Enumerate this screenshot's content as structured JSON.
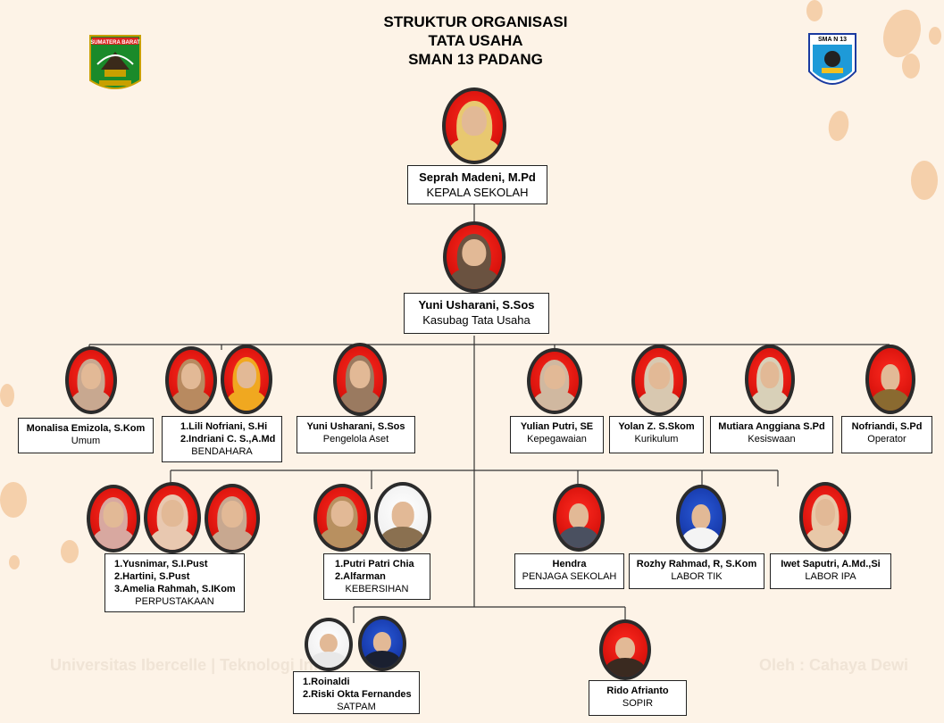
{
  "header": {
    "title_line1": "STRUKTUR ORGANISASI",
    "title_line2": "TATA USAHA",
    "title_line3": "SMAN 13 PADANG"
  },
  "logos": {
    "left_label": "SUMATERA BARAT",
    "right_label": "SMA N 13"
  },
  "watermark": {
    "left": "Universitas Ibercelle | Teknologi Infor",
    "right": "Oleh : Cahaya Dewi"
  },
  "nodes": {
    "kepala": {
      "name": "Seprah Madeni, M.Pd",
      "role": "KEPALA SEKOLAH"
    },
    "kasubag": {
      "name": "Yuni Usharani, S.Sos",
      "role": "Kasubag Tata Usaha"
    },
    "umum": {
      "name": "Monalisa Emizola, S.Kom",
      "role": "Umum"
    },
    "bendahara": {
      "line1": "1.Lili Nofriani, S.Hi",
      "line2": "2.Indriani C. S.,A.Md",
      "role": "BENDAHARA"
    },
    "aset": {
      "name": "Yuni Usharani, S.Sos",
      "role": "Pengelola Aset"
    },
    "kepegawaian": {
      "name": "Yulian Putri, SE",
      "role": "Kepegawaian"
    },
    "kurikulum": {
      "name": "Yolan Z. S.Skom",
      "role": "Kurikulum"
    },
    "kesiswaan": {
      "name": "Mutiara Anggiana S.Pd",
      "role": "Kesiswaan"
    },
    "operator": {
      "name": "Nofriandi, S.Pd",
      "role": "Operator"
    },
    "perpustakaan": {
      "line1": "1.Yusnimar, S.I.Pust",
      "line2": "2.Hartini, S.Pust",
      "line3": "3.Amelia Rahmah, S.IKom",
      "role": "PERPUSTAKAAN"
    },
    "kebersihan": {
      "line1": "1.Putri Patri Chia",
      "line2": "2.Alfarman",
      "role": "KEBERSIHAN"
    },
    "penjaga": {
      "name": "Hendra",
      "role": "PENJAGA SEKOLAH"
    },
    "labor_tik": {
      "name": "Rozhy Rahmad, R, S.Kom",
      "role": "LABOR TIK"
    },
    "labor_ipa": {
      "name": "Iwet Saputri, A.Md.,Si",
      "role": "LABOR IPA"
    },
    "satpam": {
      "line1": "1.Roinaldi",
      "line2": "2.Riski Okta Fernandes",
      "role": "SATPAM"
    },
    "sopir": {
      "name": "Rido Afrianto",
      "role": "SOPIR"
    }
  },
  "colors": {
    "background": "#fdf3e7",
    "accent_blob": "#f3c9a0",
    "photo_bg_red": "#d4100a",
    "box_border": "#222222"
  }
}
